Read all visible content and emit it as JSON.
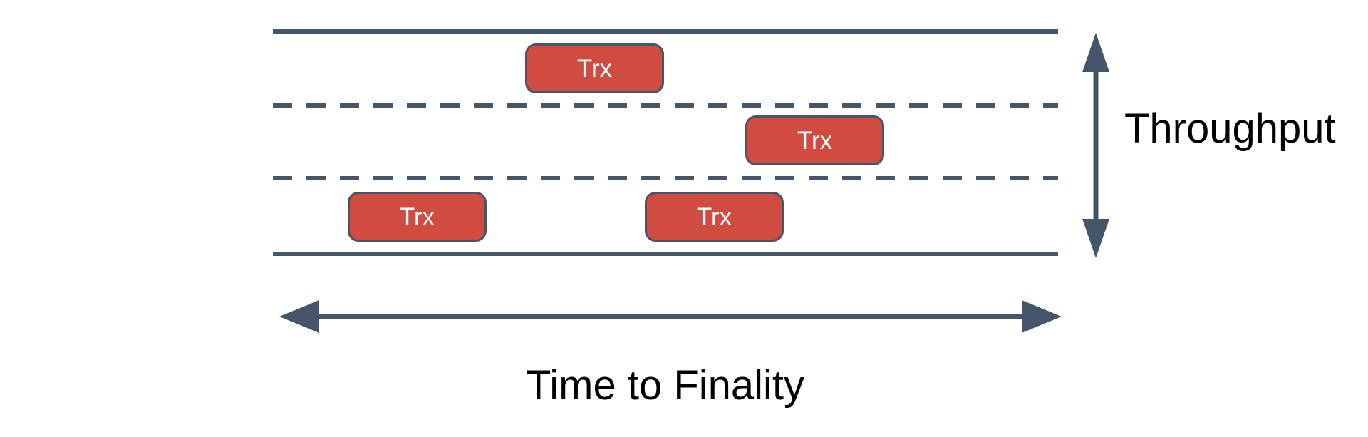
{
  "colors": {
    "line_color": "#45566b",
    "box_fill": "#d04c41",
    "box_border": "#45566b",
    "box_text_color": "#ffffff",
    "label_color": "#000000"
  },
  "labels": {
    "throughput": "Throughput",
    "time_to_finality": "Time to Finality"
  },
  "transactions": [
    {
      "label": "Trx",
      "lane": "top"
    },
    {
      "label": "Trx",
      "lane": "middle"
    },
    {
      "label": "Trx",
      "lane": "bottom"
    },
    {
      "label": "Trx",
      "lane": "bottom"
    }
  ],
  "structure": {
    "lanes": 3,
    "vertical_axis_label": "Throughput",
    "horizontal_axis_label": "Time to Finality"
  }
}
